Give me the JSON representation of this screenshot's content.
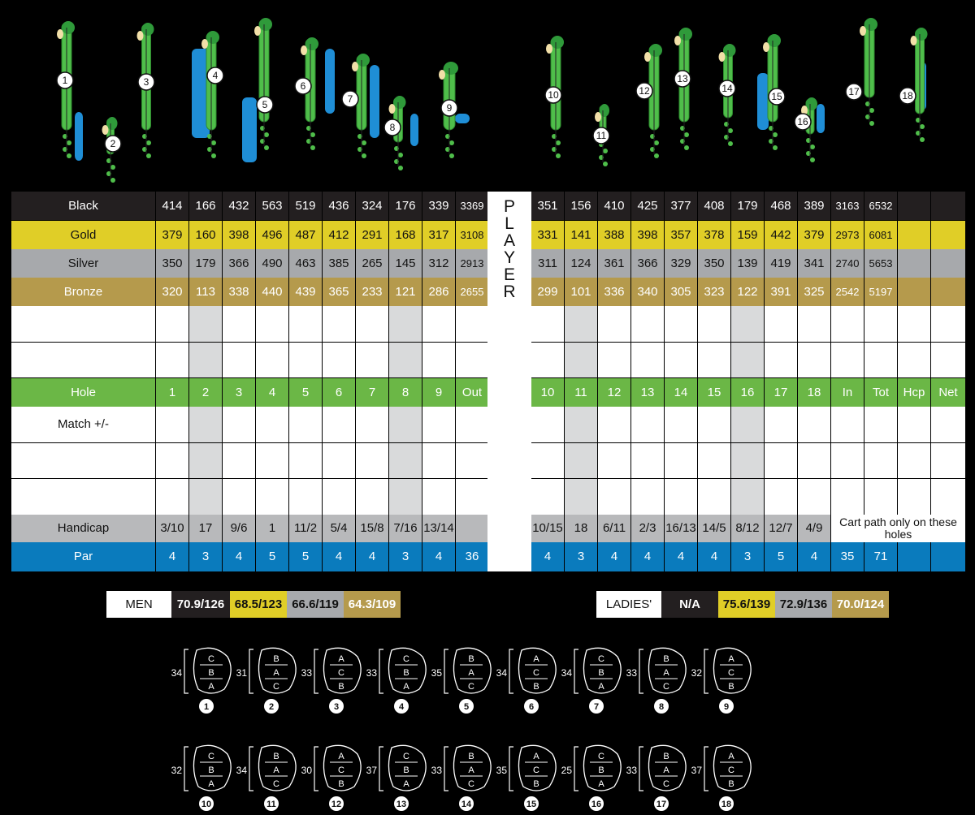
{
  "colors": {
    "black": "#231f20",
    "gold": "#e0ce27",
    "silver": "#a7a9ac",
    "bronze": "#b59a4c",
    "hole": "#6bb746",
    "par": "#0a7bbd",
    "handicap": "#b8b9bb",
    "shade": "#d9dadb",
    "white": "#ffffff"
  },
  "player_letters": [
    "P",
    "L",
    "A",
    "Y",
    "E",
    "R"
  ],
  "front_holes": [
    "1",
    "2",
    "3",
    "4",
    "5",
    "6",
    "7",
    "8",
    "9"
  ],
  "back_holes": [
    "10",
    "11",
    "12",
    "13",
    "14",
    "15",
    "16",
    "17",
    "18"
  ],
  "rows": {
    "black": {
      "label": "Black",
      "front": [
        "414",
        "166",
        "432",
        "563",
        "519",
        "436",
        "324",
        "176",
        "339"
      ],
      "out": "3369",
      "back": [
        "351",
        "156",
        "410",
        "425",
        "377",
        "408",
        "179",
        "468",
        "389"
      ],
      "in": "3163",
      "tot": "6532"
    },
    "gold": {
      "label": "Gold",
      "front": [
        "379",
        "160",
        "398",
        "496",
        "487",
        "412",
        "291",
        "168",
        "317"
      ],
      "out": "3108",
      "back": [
        "331",
        "141",
        "388",
        "398",
        "357",
        "378",
        "159",
        "442",
        "379"
      ],
      "in": "2973",
      "tot": "6081"
    },
    "silver": {
      "label": "Silver",
      "front": [
        "350",
        "179",
        "366",
        "490",
        "463",
        "385",
        "265",
        "145",
        "312"
      ],
      "out": "2913",
      "back": [
        "311",
        "124",
        "361",
        "366",
        "329",
        "350",
        "139",
        "419",
        "341"
      ],
      "in": "2740",
      "tot": "5653"
    },
    "bronze": {
      "label": "Bronze",
      "front": [
        "320",
        "113",
        "338",
        "440",
        "439",
        "365",
        "233",
        "121",
        "286"
      ],
      "out": "2655",
      "back": [
        "299",
        "101",
        "336",
        "340",
        "305",
        "323",
        "122",
        "391",
        "325"
      ],
      "in": "2542",
      "tot": "5197"
    },
    "hole": {
      "label": "Hole",
      "front": [
        "1",
        "2",
        "3",
        "4",
        "5",
        "6",
        "7",
        "8",
        "9"
      ],
      "out": "Out",
      "back": [
        "10",
        "11",
        "12",
        "13",
        "14",
        "15",
        "16",
        "17",
        "18"
      ],
      "in": "In",
      "tot": "Tot",
      "hcp": "Hcp",
      "net": "Net"
    },
    "match": {
      "label": "Match +/-"
    },
    "handicap": {
      "label": "Handicap",
      "front": [
        "3/10",
        "17",
        "9/6",
        "1",
        "11/2",
        "5/4",
        "15/8",
        "7/16",
        "13/14"
      ],
      "back": [
        "10/15",
        "18",
        "6/11",
        "2/3",
        "16/13",
        "14/5",
        "8/12",
        "12/7",
        "4/9"
      ],
      "cart": "Cart path only on these holes"
    },
    "par": {
      "label": "Par",
      "front": [
        "4",
        "3",
        "4",
        "5",
        "5",
        "4",
        "4",
        "3",
        "4"
      ],
      "out": "36",
      "back": [
        "4",
        "3",
        "4",
        "4",
        "4",
        "4",
        "3",
        "5",
        "4"
      ],
      "in": "35",
      "tot": "71"
    }
  },
  "men": {
    "label": "MEN",
    "black": "70.9/126",
    "gold": "68.5/123",
    "silver": "66.6/119",
    "bronze": "64.3/109"
  },
  "ladies": {
    "label": "LADIES'",
    "black": "N/A",
    "gold": "75.6/139",
    "silver": "72.9/136",
    "bronze": "70.0/124"
  },
  "greens": [
    {
      "hole": "1",
      "depth": "34",
      "tiers": [
        "C",
        "B",
        "A"
      ]
    },
    {
      "hole": "2",
      "depth": "31",
      "tiers": [
        "B",
        "A",
        "C"
      ]
    },
    {
      "hole": "3",
      "depth": "33",
      "tiers": [
        "A",
        "C",
        "B"
      ]
    },
    {
      "hole": "4",
      "depth": "33",
      "tiers": [
        "C",
        "B",
        "A"
      ]
    },
    {
      "hole": "5",
      "depth": "35",
      "tiers": [
        "B",
        "A",
        "C"
      ]
    },
    {
      "hole": "6",
      "depth": "34",
      "tiers": [
        "A",
        "C",
        "B"
      ]
    },
    {
      "hole": "7",
      "depth": "34",
      "tiers": [
        "C",
        "B",
        "A"
      ]
    },
    {
      "hole": "8",
      "depth": "33",
      "tiers": [
        "B",
        "A",
        "C"
      ]
    },
    {
      "hole": "9",
      "depth": "32",
      "tiers": [
        "A",
        "C",
        "B"
      ]
    },
    {
      "hole": "10",
      "depth": "32",
      "tiers": [
        "C",
        "B",
        "A"
      ]
    },
    {
      "hole": "11",
      "depth": "34",
      "tiers": [
        "B",
        "A",
        "C"
      ]
    },
    {
      "hole": "12",
      "depth": "30",
      "tiers": [
        "A",
        "C",
        "B"
      ]
    },
    {
      "hole": "13",
      "depth": "37",
      "tiers": [
        "C",
        "B",
        "A"
      ]
    },
    {
      "hole": "14",
      "depth": "33",
      "tiers": [
        "B",
        "A",
        "C"
      ]
    },
    {
      "hole": "15",
      "depth": "35",
      "tiers": [
        "A",
        "C",
        "B"
      ]
    },
    {
      "hole": "16",
      "depth": "25",
      "tiers": [
        "C",
        "B",
        "A"
      ]
    },
    {
      "hole": "17",
      "depth": "33",
      "tiers": [
        "B",
        "A",
        "C"
      ]
    },
    {
      "hole": "18",
      "depth": "37",
      "tiers": [
        "A",
        "C",
        "B"
      ]
    }
  ]
}
